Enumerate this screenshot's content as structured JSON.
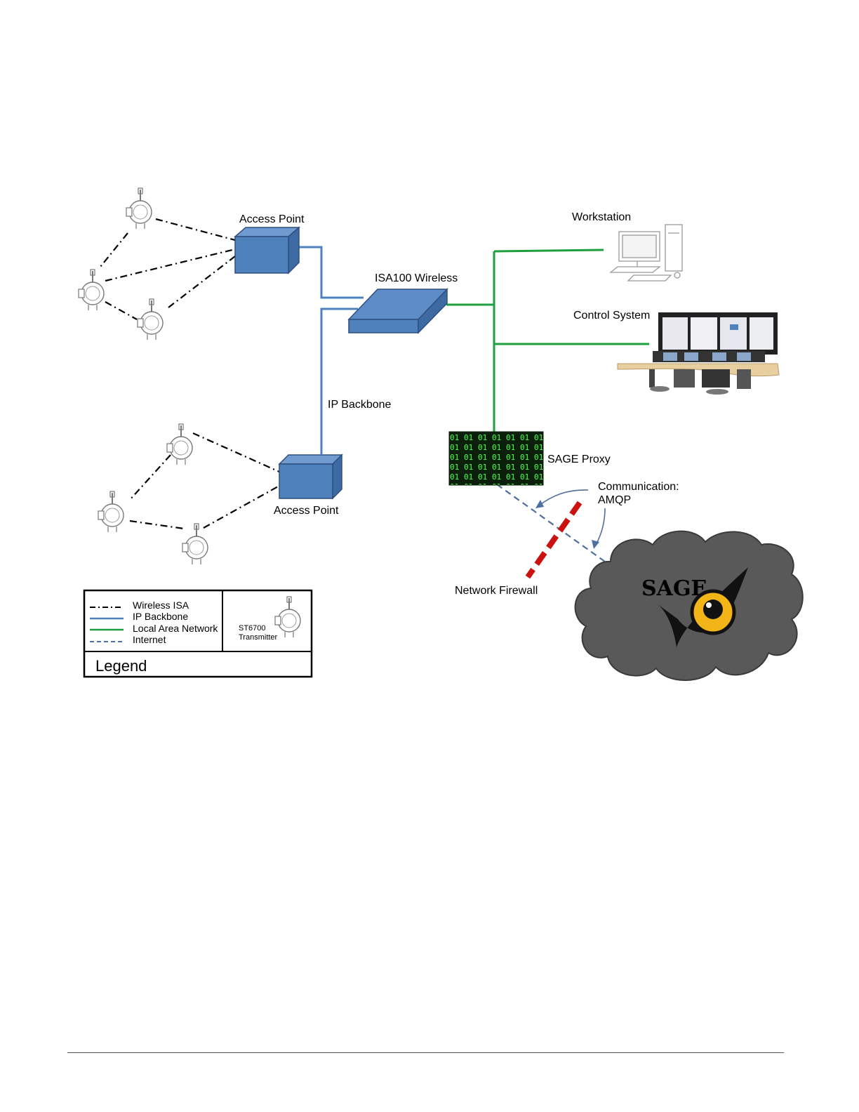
{
  "nodes": {
    "access_point_top": "Access Point",
    "access_point_bottom": "Access Point",
    "isa100_wireless": "ISA100 Wireless",
    "ip_backbone": "IP Backbone",
    "workstation": "Workstation",
    "control_system": "Control System",
    "sage_proxy": "SAGE Proxy",
    "communication_line1": "Communication:",
    "communication_line2": "AMQP",
    "network_firewall": "Network Firewall",
    "sage_logo": "SAGE"
  },
  "legend": {
    "title": "Legend",
    "items": [
      {
        "label": "Wireless ISA",
        "style": "dash-dot",
        "color": "#000000"
      },
      {
        "label": "IP Backbone",
        "style": "solid",
        "color": "#4f81bd"
      },
      {
        "label": "Local Area Network",
        "style": "solid",
        "color": "#1ea040"
      },
      {
        "label": "Internet",
        "style": "dashed",
        "color": "#4f6f9f"
      }
    ],
    "device_line1": "ST6700",
    "device_line2": "Transmitter"
  },
  "colors": {
    "ip_backbone": "#4f81bd",
    "lan": "#1ea040",
    "internet": "#4f6f9f",
    "firewall": "#cc1111",
    "cloud": "#595959",
    "box_fill": "#4f81bd",
    "owl_eye": "#f2b417"
  }
}
